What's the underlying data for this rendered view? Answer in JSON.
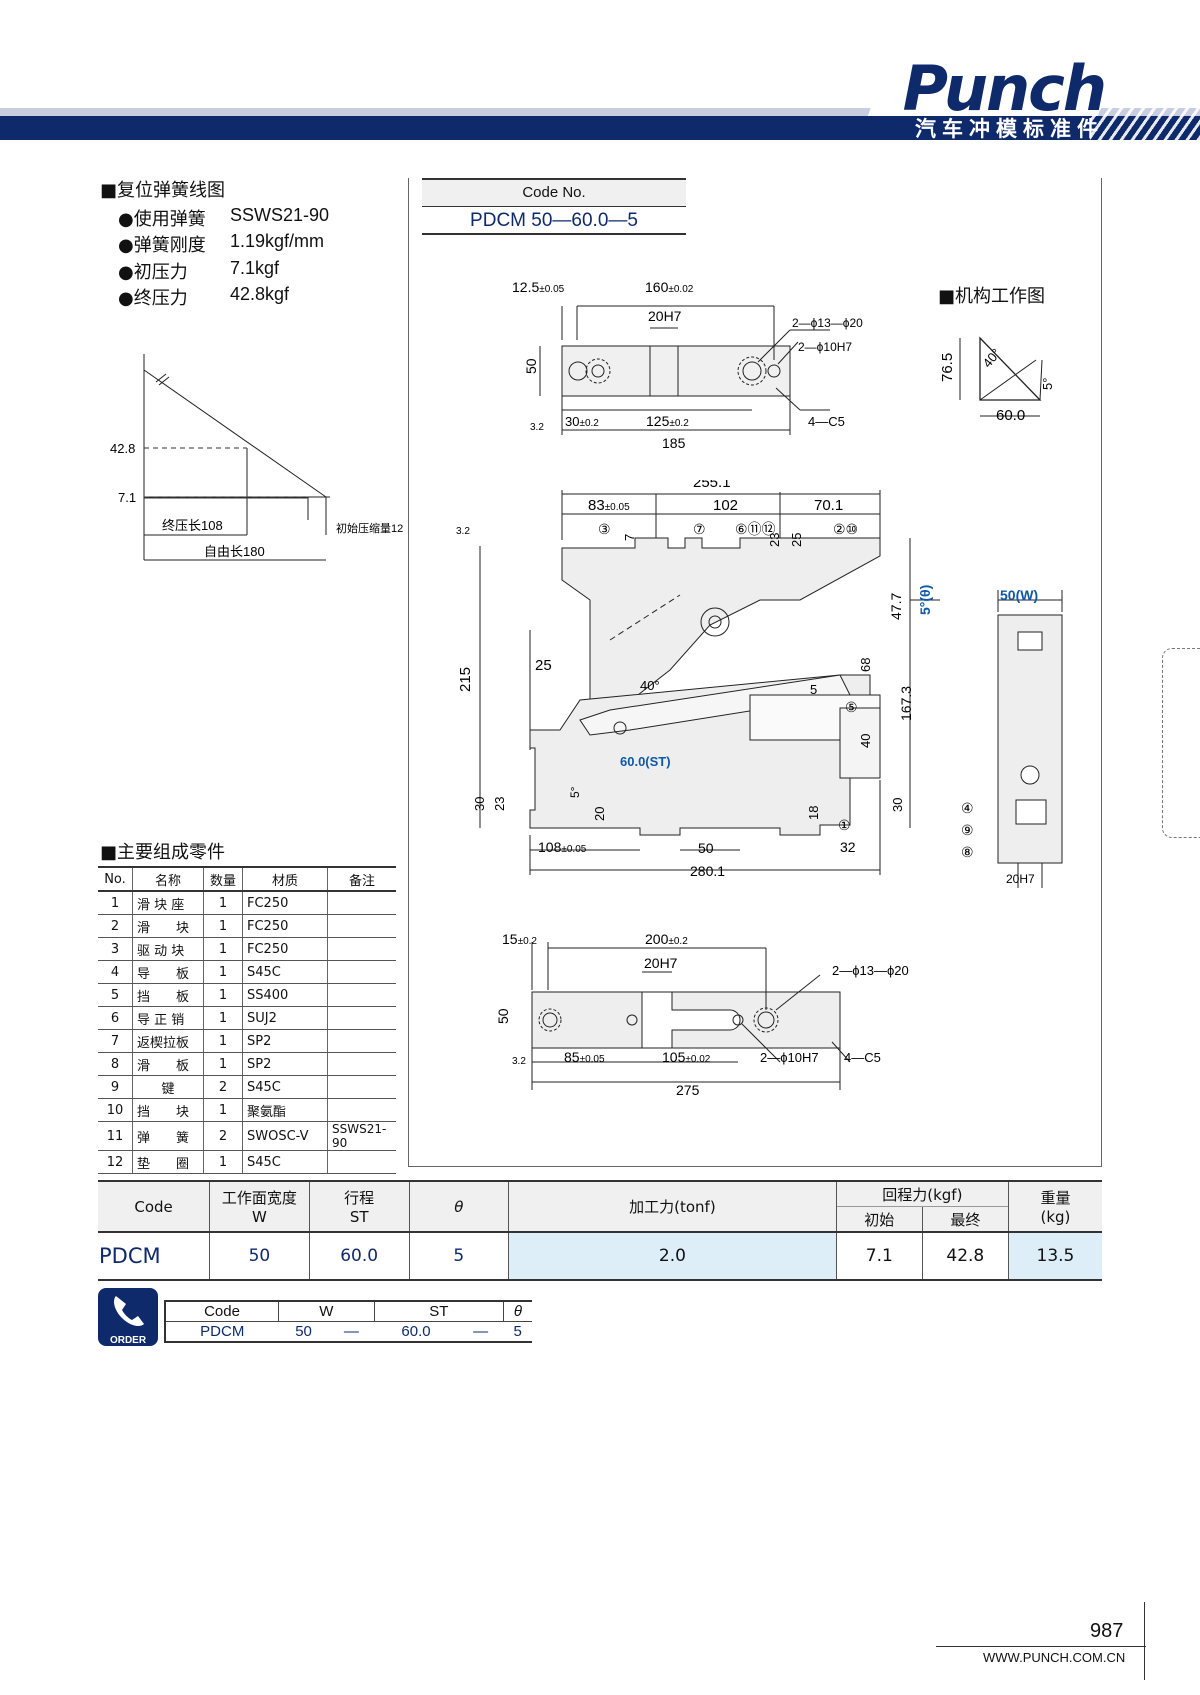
{
  "header": {
    "brand": "Punch",
    "subtitle": "汽车冲模标准件"
  },
  "spring": {
    "title": "■复位弹簧线图",
    "items": [
      {
        "label": "●使用弹簧",
        "value": "SSWS21-90"
      },
      {
        "label": "●弹簧刚度",
        "value": "1.19kgf/mm"
      },
      {
        "label": "●初压力",
        "value": "7.1kgf"
      },
      {
        "label": "●终压力",
        "value": "42.8kgf"
      }
    ],
    "graph": {
      "y_high": "42.8",
      "y_low": "7.1",
      "final_len": "终压长108",
      "init_comp": "初始压缩量12",
      "free_len": "自由长180"
    }
  },
  "code_box": {
    "label": "Code No.",
    "value": "PDCM 50—60.0—5"
  },
  "mechanism_title": "■机构工作图",
  "mech_dims": {
    "h": "76.5",
    "w": "60.0",
    "a1": "40°",
    "a2": "5°"
  },
  "top_view": {
    "d1": "12.5",
    "t1": "±0.05",
    "d2": "160",
    "t2": "±0.02",
    "h7": "20H7",
    "holes1": "2—ϕ13—ϕ20",
    "holes2": "2—ϕ10H7",
    "h": "50",
    "d3": "30",
    "t3": "±0.2",
    "d4": "125",
    "t4": "±0.2",
    "total": "185",
    "chamfer": "4—C5",
    "rough": "3.2"
  },
  "front_view": {
    "overall": "255.1",
    "d83": "83",
    "t83": "±0.05",
    "d102": "102",
    "d70": "70.1",
    "d7": "7",
    "d23": "23",
    "d25": "25",
    "d47": "47.7",
    "theta": "5°(θ)",
    "d215": "215",
    "d25b": "25",
    "d40a": "40°",
    "d68": "68",
    "d5": "5",
    "st": "60.0(ST)",
    "d1673": "167.3",
    "d40": "40",
    "d30": "30",
    "d23b": "23",
    "d5b": "5°",
    "d20": "20",
    "d18": "18",
    "d30b": "30",
    "d108": "108",
    "t108": "±0.05",
    "d50": "50",
    "d32": "32",
    "d280": "280.1",
    "rough": "3.2",
    "balloons": [
      "③",
      "⑦",
      "⑥⑪⑫",
      "②⑩",
      "⑤",
      "①"
    ]
  },
  "side_view": {
    "w": "50(W)",
    "h7": "20H7",
    "balloons": [
      "④",
      "⑨",
      "⑧"
    ]
  },
  "bottom_view": {
    "d15": "15",
    "t15": "±0.2",
    "d200": "200",
    "t200": "±0.2",
    "h7": "20H7",
    "holes1": "2—ϕ13—ϕ20",
    "h": "50",
    "d85": "85",
    "t85": "±0.05",
    "d105": "105",
    "t105": "±0.02",
    "holes2": "2—ϕ10H7",
    "chamfer": "4—C5",
    "total": "275",
    "rough": "3.2"
  },
  "parts": {
    "title": "■主要组成零件",
    "headers": [
      "No.",
      "名称",
      "数量",
      "材质",
      "备注"
    ],
    "rows": [
      [
        "1",
        "滑 块 座",
        "1",
        "FC250",
        ""
      ],
      [
        "2",
        "滑　　块",
        "1",
        "FC250",
        ""
      ],
      [
        "3",
        "驱 动 块",
        "1",
        "FC250",
        ""
      ],
      [
        "4",
        "导　　板",
        "1",
        "S45C",
        ""
      ],
      [
        "5",
        "挡　　板",
        "1",
        "SS400",
        ""
      ],
      [
        "6",
        "导 正 销",
        "1",
        "SUJ2",
        ""
      ],
      [
        "7",
        "返楔拉板",
        "1",
        "SP2",
        ""
      ],
      [
        "8",
        "滑　　板",
        "1",
        "SP2",
        ""
      ],
      [
        "9",
        "键",
        "2",
        "S45C",
        ""
      ],
      [
        "10",
        "挡　　块",
        "1",
        "聚氨酯",
        ""
      ],
      [
        "11",
        "弹　　簧",
        "2",
        "SWOSC-V",
        "SSWS21-90"
      ],
      [
        "12",
        "垫　　圈",
        "1",
        "S45C",
        ""
      ]
    ]
  },
  "spec": {
    "h_code": "Code",
    "h_w1": "工作面宽度",
    "h_w2": "W",
    "h_st1": "行程",
    "h_st2": "ST",
    "h_theta": "θ",
    "h_force": "加工力(tonf)",
    "h_return": "回程力(kgf)",
    "h_init": "初始",
    "h_final": "最终",
    "h_wt1": "重量",
    "h_wt2": "(kg)",
    "row": {
      "code": "PDCM",
      "w": "50",
      "st": "60.0",
      "theta": "5",
      "force": "2.0",
      "init": "7.1",
      "final": "42.8",
      "weight": "13.5"
    }
  },
  "order": {
    "badge": "ORDER",
    "headers": [
      "Code",
      "W",
      "ST",
      "θ"
    ],
    "values": {
      "code": "PDCM",
      "w": "50",
      "dash1": "—",
      "st": "60.0",
      "dash2": "—",
      "theta": "5"
    }
  },
  "footer": {
    "page": "987",
    "url": "WWW.PUNCH.COM.CN"
  },
  "colors": {
    "navy": "#0e2a6b",
    "highlight": "#ddeef8"
  }
}
